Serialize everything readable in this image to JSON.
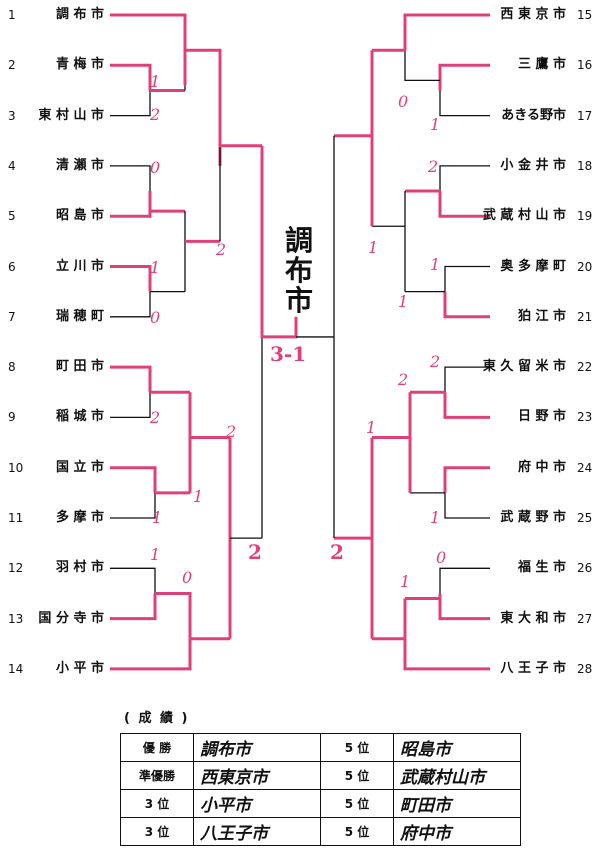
{
  "left_teams": [
    {
      "num": "1",
      "name": "調 布 市"
    },
    {
      "num": "2",
      "name": "青 梅 市"
    },
    {
      "num": "3",
      "name": "東 村 山 市"
    },
    {
      "num": "4",
      "name": "清 瀬 市"
    },
    {
      "num": "5",
      "name": "昭 島 市"
    },
    {
      "num": "6",
      "name": "立 川 市"
    },
    {
      "num": "7",
      "name": "瑞 穂 町"
    },
    {
      "num": "8",
      "name": "町 田 市"
    },
    {
      "num": "9",
      "name": "稲 城 市"
    },
    {
      "num": "10",
      "name": "国 立 市"
    },
    {
      "num": "11",
      "name": "多 摩 市"
    },
    {
      "num": "12",
      "name": "羽 村 市"
    },
    {
      "num": "13",
      "name": "国 分 寺 市"
    },
    {
      "num": "14",
      "name": "小 平 市"
    }
  ],
  "right_teams": [
    {
      "num": "15",
      "name": "西 東 京 市"
    },
    {
      "num": "16",
      "name": "三 鷹 市"
    },
    {
      "num": "17",
      "name": "あきる野市"
    },
    {
      "num": "18",
      "name": "小 金 井 市"
    },
    {
      "num": "19",
      "name": "武 蔵 村 山 市"
    },
    {
      "num": "20",
      "name": "奥 多 摩 町"
    },
    {
      "num": "21",
      "name": "狛 江 市"
    },
    {
      "num": "22",
      "name": "東 久 留 米 市"
    },
    {
      "num": "23",
      "name": "日 野 市"
    },
    {
      "num": "24",
      "name": "府 中 市"
    },
    {
      "num": "25",
      "name": "武 蔵 野 市"
    },
    {
      "num": "26",
      "name": "福 生 市"
    },
    {
      "num": "27",
      "name": "東 大 和 市"
    },
    {
      "num": "28",
      "name": "八 王 子 市"
    }
  ],
  "scores": {
    "l23a": "1",
    "l23b": "2",
    "l45a": "0",
    "l45b": "",
    "l67a": "1",
    "l67b": "0",
    "l4to67": "2",
    "l89a": "",
    "l89b": "2",
    "l1011a": "1",
    "l1011b": "1",
    "l1213a": "1",
    "l1213b": "0",
    "l8to11": "2",
    "lsemi": "2",
    "r1617a": "0",
    "r1617b": "1",
    "r1819a": "2",
    "r2021a": "1",
    "r2021b": "1",
    "rqf1": "1",
    "r2223a": "2",
    "r2223b": "2",
    "r2425a": "1",
    "r2627a": "0",
    "r2627b": "1",
    "rqf2": "1",
    "rsemi": "2",
    "final": "3-1"
  },
  "champion_handwritten": "調布市",
  "results_title": "( 成 績 )",
  "results": [
    {
      "label1": "優 勝",
      "value1": "調布市",
      "label2": "5 位",
      "value2": "昭島市"
    },
    {
      "label1": "準優勝",
      "value1": "西東京市",
      "label2": "5 位",
      "value2": "武蔵村山市"
    },
    {
      "label1": "3 位",
      "value1": "小平市",
      "label2": "5 位",
      "value2": "町田市"
    },
    {
      "label1": "3 位",
      "value1": "八王子市",
      "label2": "5 位",
      "value2": "府中市"
    }
  ],
  "colors": {
    "line": "#111111",
    "winner_line": "#e0407a"
  }
}
